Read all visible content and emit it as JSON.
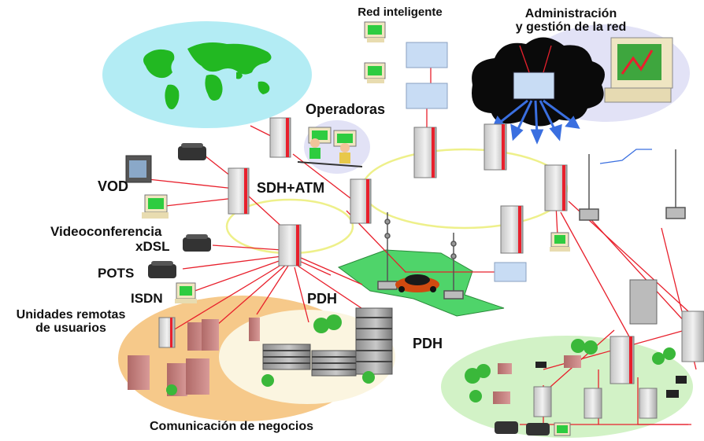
{
  "labels": {
    "red_inteligente": "Red inteligente",
    "admin_line1": "Administración",
    "admin_line2": "y gestión de la red",
    "operadoras": "Operadoras",
    "sdh_atm": "SDH+ATM",
    "vod": "VOD",
    "videoconferencia": "Videoconferencia",
    "xdsl": "xDSL",
    "pots": "POTS",
    "isdn": "ISDN",
    "unidades_line1": "Unidades remotas",
    "unidades_line2": "de usuarios",
    "pdh_center": "PDH",
    "pdh_right": "PDH",
    "comunicacion": "Comunicación de negocios"
  },
  "colors": {
    "link_red": "#e8202c",
    "ring_yellow": "#eef08a",
    "world_ocean": "#b3ecf4",
    "continents": "#22b822",
    "cloud": "#0a0a0a",
    "cloud_box": "#c8dcf4",
    "arrow_blue": "#3a6fe0",
    "mobile_green": "#4fd46a",
    "business_area": "#f6c98a",
    "business_inner": "#fbf5e0",
    "rural_area": "#d2f2c6",
    "lavender": "#e2e2f6"
  }
}
